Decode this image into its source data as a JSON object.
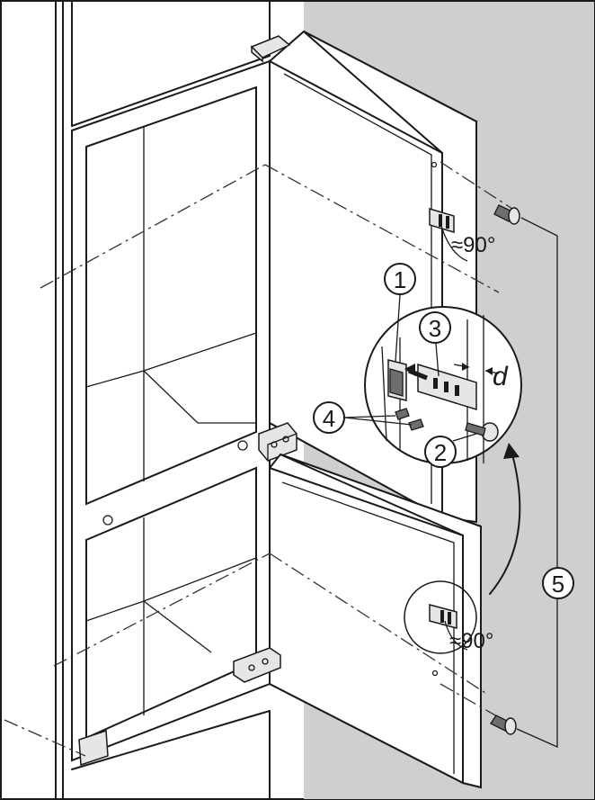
{
  "callouts": [
    {
      "id": "1",
      "label": "1"
    },
    {
      "id": "2",
      "label": "2"
    },
    {
      "id": "3",
      "label": "3"
    },
    {
      "id": "4",
      "label": "4"
    },
    {
      "id": "5",
      "label": "5"
    }
  ],
  "angle_labels": {
    "top_hinge": "≈90°",
    "bottom_hinge": "≈90°"
  },
  "dimension_label": "d"
}
